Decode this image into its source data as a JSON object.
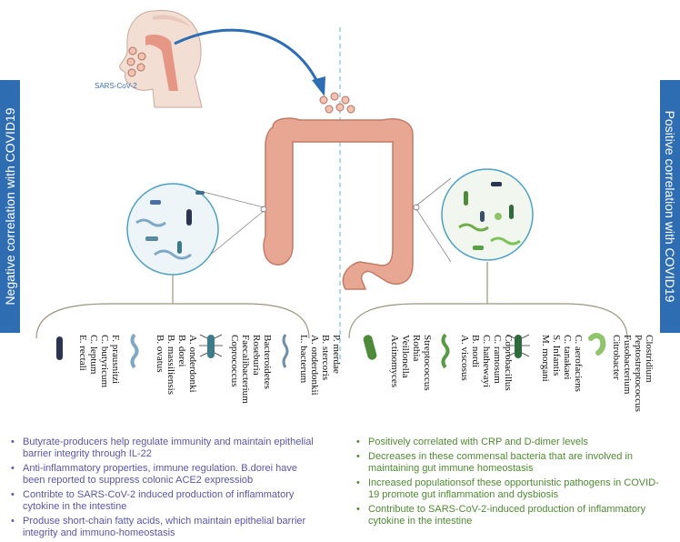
{
  "labels": {
    "left_bar": "Negative correlation with COVID19",
    "right_bar": "Positive correlation with COVID19",
    "virus": "SARS-CoV-2"
  },
  "left_species": [
    [
      "F. prausnitzi",
      "C. butyricum",
      "C. leptum",
      "E. rectali"
    ],
    [
      "A. onderdonki",
      "B. dorei",
      "B. massiliensis",
      "B. ovatus"
    ],
    [
      "Bacteroidetes",
      "Roseburia",
      "Faecalibacterium",
      "Coprococcus"
    ],
    [
      "P. merdae",
      "B. stercoris",
      "A. onderdonkii",
      "L. bacterum"
    ]
  ],
  "right_species": [
    [
      "Streptococcus",
      "Rothia",
      "Veillonella",
      "Actinomyces"
    ],
    [
      "Coprobacillus",
      "C. ramosum",
      "C. hathewayi",
      "B. nordi",
      "A. viscosus"
    ],
    [
      "C. aerofaciens",
      "C. tanakaei",
      "S. Infantis",
      "M. morgani"
    ],
    [
      "Clostridium",
      "Peptostreptococcus",
      "Fusobacterium",
      "Citrobacter"
    ]
  ],
  "left_notes": [
    "Butyrate-producers help regulate immunity and maintain epithelial barrier integrity through IL-22",
    "Anti-inflammatory properties, immune regulation. B.dorei have been reported to suppress colonic ACE2 expressiob",
    "Contribte to SARS-CoV-2 induced production of inflammatory cytokine in the intestine",
    "Produse short-chain fatty acids, which maintain epithelial barrier integrity and immuno-homeostasis"
  ],
  "right_notes": [
    "Positively correlated with CRP and D-dimer levels",
    "Decreases in these commensal bacteria that are involved in maintaining gut immune homeostasis",
    "Increased populationsof these opportunistic pathogens in COVID-19 promote gut inflammation and dysbiosis",
    "Contribute to SARS-CoV-2-induced production of inflammatory cytokine in the intestine"
  ],
  "colors": {
    "bar": "#2f6db3",
    "left_text": "#5a55a6",
    "right_text": "#4f8a32",
    "colon": "#e8a792",
    "arrow": "#2e6db4"
  }
}
